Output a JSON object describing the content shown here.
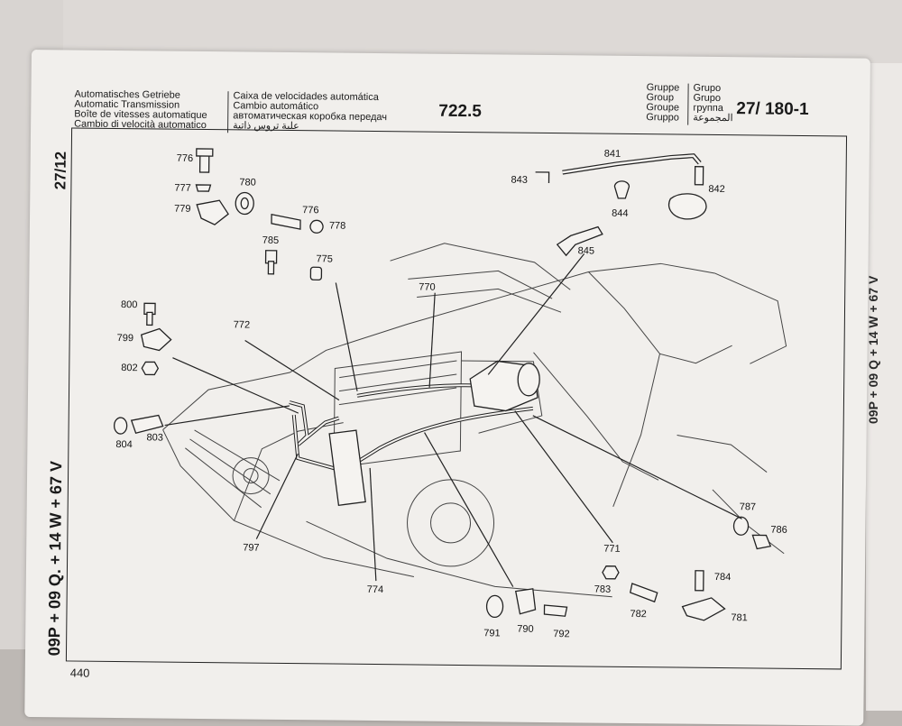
{
  "header": {
    "titles_left": [
      "Automatisches Getriebe",
      "Automatic Transmission",
      "Boîte de vitesses automatique",
      "Cambio di velocità automatico"
    ],
    "titles_right": [
      "Caixa de velocidades automática",
      "Cambio automático",
      "автоматическая коробка передач",
      "علبة تروس ذاتية"
    ],
    "model": "722.5",
    "group_left": [
      "Gruppe",
      "Group",
      "Groupe",
      "Gruppo"
    ],
    "group_right": [
      "Grupo",
      "Grupo",
      "группа",
      "المجموعة"
    ],
    "reference": "27/ 180-1"
  },
  "side": {
    "section": "27/12",
    "codes": "09P + 09 Q. + 14 W + 67 V",
    "right_codes": "09P + 09 Q + 14 W + 67 V"
  },
  "page_number": "440",
  "part_labels": {
    "p776a": "776",
    "p777": "777",
    "p780": "780",
    "p779": "779",
    "p776b": "776",
    "p778": "778",
    "p785": "785",
    "p775": "775",
    "p843": "843",
    "p841": "841",
    "p842": "842",
    "p844": "844",
    "p845": "845",
    "p800": "800",
    "p799": "799",
    "p802": "802",
    "p772": "772",
    "p770": "770",
    "p804": "804",
    "p803": "803",
    "p797": "797",
    "p774": "774",
    "p771": "771",
    "p787": "787",
    "p786": "786",
    "p783": "783",
    "p784": "784",
    "p782": "782",
    "p791": "791",
    "p790": "790",
    "p792": "792",
    "p781": "781"
  }
}
